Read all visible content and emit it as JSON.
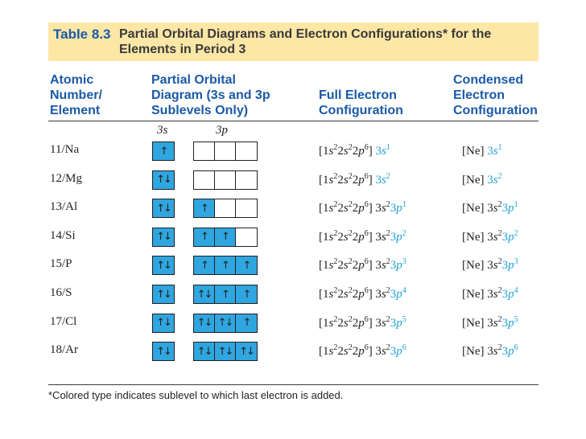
{
  "table": {
    "number": "Table 8.3",
    "title": "Partial Orbital Diagrams and Electron Configurations* for the Elements in Period 3",
    "headers": {
      "col1": [
        "Atomic",
        "Number/",
        "Element"
      ],
      "col2": [
        "Partial Orbital",
        "Diagram (3s and 3p",
        "Sublevels Only)"
      ],
      "col3": [
        "Full Electron",
        "Configuration"
      ],
      "col4": [
        "Condensed",
        "Electron",
        "Configuration"
      ]
    },
    "sublevel_labels": {
      "s": "3s",
      "p": "3p"
    },
    "rows": [
      {
        "element": "11/Na",
        "s": "↑",
        "p": [
          "",
          "",
          ""
        ],
        "full": "[1s²2s²2p⁶] 3s¹",
        "condensed": "[Ne] 3s¹"
      },
      {
        "element": "12/Mg",
        "s": "↑↓",
        "p": [
          "",
          "",
          ""
        ],
        "full": "[1s²2s²2p⁶] 3s²",
        "condensed": "[Ne] 3s²"
      },
      {
        "element": "13/Al",
        "s": "↑↓",
        "p": [
          "↑",
          "",
          ""
        ],
        "full": "[1s²2s²2p⁶] 3s²3p¹",
        "condensed": "[Ne] 3s²3p¹"
      },
      {
        "element": "14/Si",
        "s": "↑↓",
        "p": [
          "↑",
          "↑",
          ""
        ],
        "full": "[1s²2s²2p⁶] 3s²3p²",
        "condensed": "[Ne] 3s²3p²"
      },
      {
        "element": "15/P",
        "s": "↑↓",
        "p": [
          "↑",
          "↑",
          "↑"
        ],
        "full": "[1s²2s²2p⁶] 3s²3p³",
        "condensed": "[Ne] 3s²3p³"
      },
      {
        "element": "16/S",
        "s": "↑↓",
        "p": [
          "↑↓",
          "↑",
          "↑"
        ],
        "full": "[1s²2s²2p⁶] 3s²3p⁴",
        "condensed": "[Ne] 3s²3p⁴"
      },
      {
        "element": "17/Cl",
        "s": "↑↓",
        "p": [
          "↑↓",
          "↑↓",
          "↑"
        ],
        "full": "[1s²2s²2p⁶] 3s²3p⁵",
        "condensed": "[Ne] 3s²3p⁵"
      },
      {
        "element": "18/Ar",
        "s": "↑↓",
        "p": [
          "↑↓",
          "↑↓",
          "↑↓"
        ],
        "full": "[1s²2s²2p⁶] 3s²3p⁶",
        "condensed": "[Ne] 3s²3p⁶"
      }
    ],
    "footnote": "*Colored type indicates sublevel to which last electron is added."
  },
  "colors": {
    "title_bg": "#fde7a6",
    "header": "#1b5aa6",
    "orbital_fill": "#2fa6df",
    "highlight": "#1ea1da"
  }
}
